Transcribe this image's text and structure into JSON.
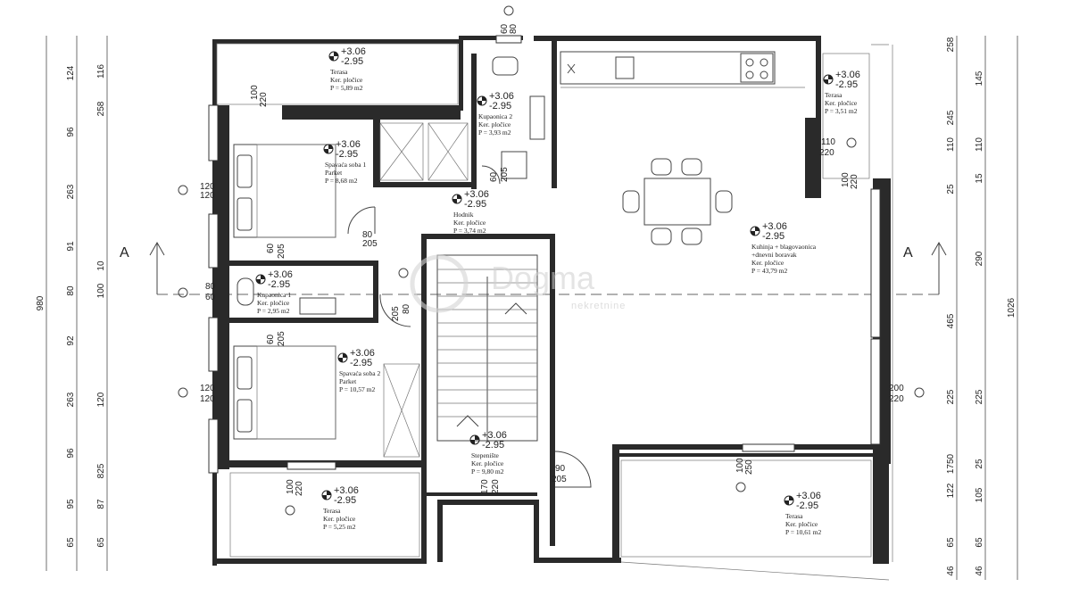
{
  "section_label": "A",
  "watermark": {
    "name": "Dogma",
    "sub": "nekretnine"
  },
  "left_dims": {
    "total": "980",
    "items": [
      "124",
      "96",
      "263",
      "91",
      "80",
      "92",
      "263",
      "96",
      "95",
      "65"
    ]
  },
  "left_dims2": [
    "116",
    "258",
    "10",
    "100",
    "120",
    "825",
    "87",
    "65"
  ],
  "right_dims": {
    "total": "1026",
    "items": [
      "258",
      "145",
      "245",
      "110",
      "15",
      "25",
      "290",
      "465",
      "225",
      "25",
      "122",
      "105",
      "65",
      "46"
    ]
  },
  "right_dims2": [
    "245",
    "110",
    "25",
    "290",
    "225",
    "1750",
    "65",
    "46"
  ],
  "rooms": [
    {
      "id": "terasa-top-left",
      "level_up": "+3.06",
      "level_down": "-2.95",
      "name": "Terasa",
      "finish": "Ker. pločice",
      "area": "P = 5,89 m2"
    },
    {
      "id": "kupaonica-2",
      "level_up": "+3.06",
      "level_down": "-2.95",
      "name": "Kupaonica 2",
      "finish": "Ker. pločice",
      "area": "P = 3,93 m2"
    },
    {
      "id": "spavaca-soba-1",
      "level_up": "+3.06",
      "level_down": "-2.95",
      "name": "Spavaća soba 1",
      "finish": "Parket",
      "area": "P = 8,68 m2"
    },
    {
      "id": "hodnik",
      "level_up": "+3.06",
      "level_down": "-2.95",
      "name": "Hodnik",
      "finish": "Ker. pločice",
      "area": "P = 3,74 m2"
    },
    {
      "id": "kupaonica-1",
      "level_up": "+3.06",
      "level_down": "-2.95",
      "name": "Kupaonica 1",
      "finish": "Ker. pločice",
      "area": "P = 2,95 m2"
    },
    {
      "id": "spavaca-soba-2",
      "level_up": "+3.06",
      "level_down": "-2.95",
      "name": "Spavaća soba 2",
      "finish": "Parket",
      "area": "P = 10,57 m2"
    },
    {
      "id": "stepeniste",
      "level_up": "+3.06",
      "level_down": "-2.95",
      "name": "Stepenište",
      "finish": "Ker. pločice",
      "area": "P = 9,80 m2"
    },
    {
      "id": "terasa-bottom-left",
      "level_up": "+3.06",
      "level_down": "-2.95",
      "name": "Terasa",
      "finish": "Ker. pločice",
      "area": "P = 5,25 m2"
    },
    {
      "id": "terasa-top-right",
      "level_up": "+3.06",
      "level_down": "-2.95",
      "name": "Terasa",
      "finish": "Ker. pločice",
      "area": "P = 3,51 m2"
    },
    {
      "id": "kuhinja",
      "level_up": "+3.06",
      "level_down": "-2.95",
      "name": "Kuhinja + blagovaonica",
      "name2": "+dnevni boravak",
      "finish": "Ker. pločice",
      "area": "P = 43,79 m2"
    },
    {
      "id": "terasa-bottom-right",
      "level_up": "+3.06",
      "level_down": "-2.95",
      "name": "Terasa",
      "finish": "Ker. pločice",
      "area": "P = 10,61 m2"
    }
  ],
  "openings": {
    "w_top_left_a": "100",
    "w_top_left_b": "220",
    "w_top_bath_a": "60",
    "w_top_bath_b": "80",
    "w_left1_a": "120",
    "w_left1_b": "120",
    "w_left2_a": "80",
    "w_left2_b": "60",
    "w_left3_a": "120",
    "w_left3_b": "120",
    "d_bed1_a": "60",
    "d_bed1_b": "205",
    "d_hall_a": "80",
    "d_hall_b": "205",
    "d_bath2_a": "60",
    "d_bath2_b": "205",
    "d_bath1_a": "80",
    "d_bath1_b": "205",
    "d_bed2_a": "60",
    "d_bed2_b": "205",
    "d_stair_a": "90",
    "d_stair_b": "205",
    "d_bottom_a": "170",
    "d_bottom_b": "220",
    "w_bottom_left_a": "100",
    "w_bottom_left_b": "220",
    "w_right_top_a": "110",
    "w_right_top_b": "220",
    "w_right_top2_a": "100",
    "w_right_top2_b": "220",
    "w_right_mid_a": "200",
    "w_right_mid_b": "220",
    "w_bottom_right_a": "100",
    "w_bottom_right_b": "250"
  },
  "colors": {
    "wall": "#2a2a2a",
    "line": "#444444",
    "paper": "#ffffff"
  }
}
